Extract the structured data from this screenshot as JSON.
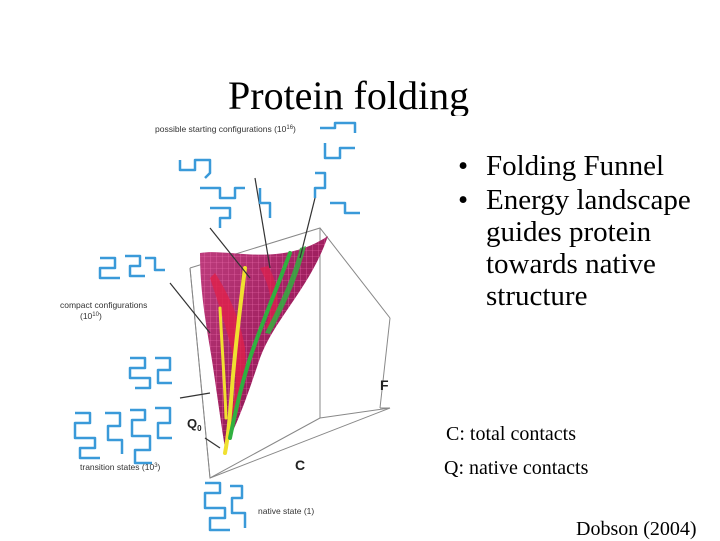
{
  "slide": {
    "title": "Protein folding",
    "bullets": [
      "Folding Funnel",
      "Energy landscape guides protein towards native structure"
    ],
    "notes": {
      "c_def": "C: total contacts",
      "q_def": "Q: native contacts"
    },
    "credit": "Dobson (2004)"
  },
  "figure": {
    "labels": {
      "starting": "possible starting configurations (10",
      "starting_exp": "16",
      "compact_1": "compact configurations",
      "compact_2": "(10",
      "compact_exp": "10",
      "transition": "transition states (10",
      "transition_exp": "3",
      "native": "native state (1)",
      "axis_f": "F",
      "axis_c": "C",
      "axis_q": "Q",
      "axis_q_sub": "0"
    },
    "colors": {
      "lattice": "#3a9ad9",
      "funnel": "#b0306a",
      "funnel_stripe": "#e0204a",
      "path_yellow": "#f0e030",
      "path_green": "#30b040",
      "box": "#888888"
    }
  }
}
